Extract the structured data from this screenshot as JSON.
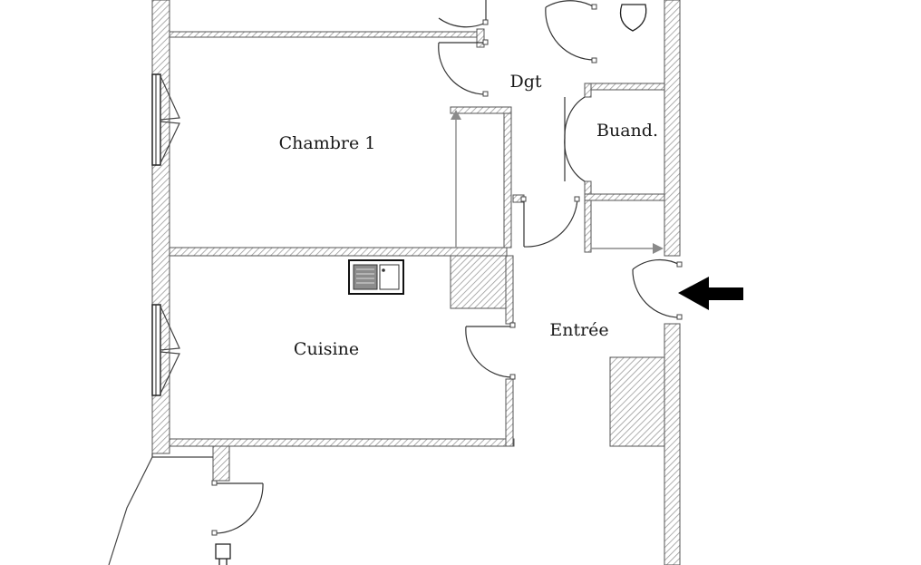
{
  "rooms": {
    "dgt": "Dgt",
    "buanderie": "Buand.",
    "chambre1": "Chambre 1",
    "cuisine": "Cuisine",
    "entree": "Entrée"
  },
  "colors": {
    "wall_stroke": "#555555",
    "hatch": "#9a9a9a",
    "text": "#1a1a1a",
    "arrow": "#000000",
    "flow_arrow": "#8a8a8a"
  },
  "icons": {
    "entry_arrow": "arrow-left-icon",
    "sink": "sink-icon",
    "toilet": "toilet-icon",
    "appliance": "appliance-icon"
  }
}
